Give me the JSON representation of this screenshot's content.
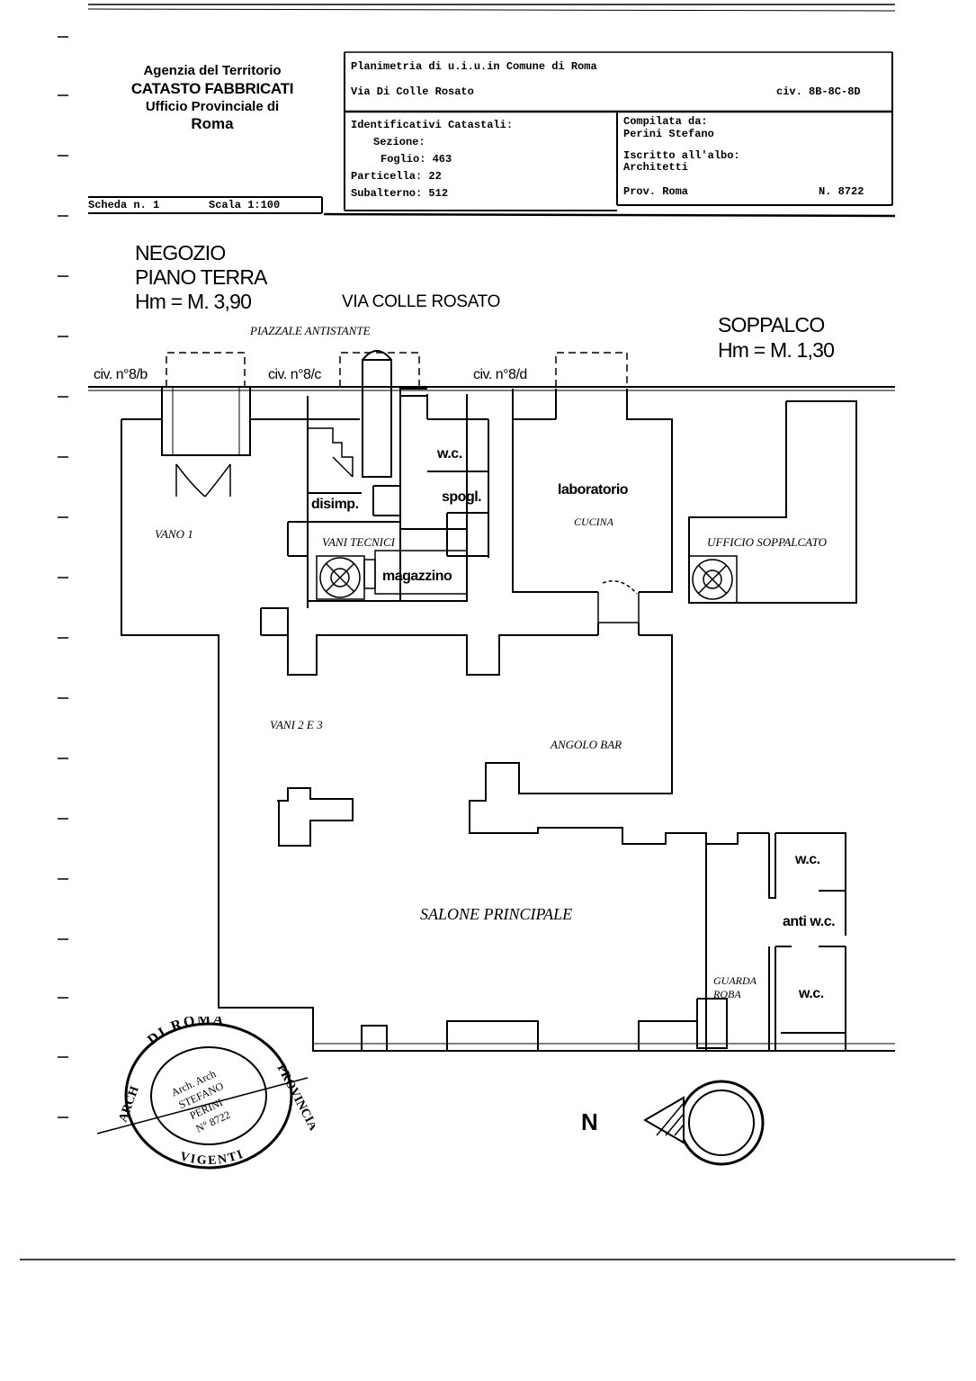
{
  "agency": {
    "line1": "Agenzia del Territorio",
    "line2": "CATASTO FABBRICATI",
    "line3": "Ufficio Provinciale di",
    "line4": "Roma"
  },
  "sheet": {
    "scheda": "Scheda n. 1",
    "scala": "Scala 1:100"
  },
  "plan": {
    "title": "Planimetria di u.i.u.in Comune di Roma",
    "street": "Via Di Colle Rosato",
    "civ": "civ. 8B-8C-8D"
  },
  "identifiers": {
    "heading": "Identificativi Catastali:",
    "sezione": "Sezione:",
    "foglio": "Foglio: 463",
    "particella": "Particella: 22",
    "subalterno": "Subalterno: 512"
  },
  "compiler": {
    "compilata": "Compilata da:",
    "name": "Perini Stefano",
    "iscritto": "Iscritto all'albo:",
    "albo": "Architetti",
    "prov": "Prov. Roma",
    "number": "N. 8722"
  },
  "drawing": {
    "negozio": "NEGOZIO",
    "piano": "PIANO TERRA",
    "hm_main": "Hm = M. 3,90",
    "via": "VIA  COLLE  ROSATO",
    "piazzale": "PIAZZALE ANTISTANTE",
    "soppalco": "SOPPALCO",
    "hm_soppalco": "Hm = M. 1,30",
    "civ_b": "civ. n°8/b",
    "civ_c": "civ. n°8/c",
    "civ_d": "civ. n°8/d"
  },
  "rooms": {
    "wc1": "w.c.",
    "disimp": "disimp.",
    "spogl": "spogl.",
    "vano1": "VANO 1",
    "vani_tecnici": "VANI TECNICI",
    "magazzino": "magazzino",
    "laboratorio": "laboratorio",
    "cucina": "CUCINA",
    "ufficio": "UFFICIO SOPPALCATO",
    "vani23": "VANI 2 E 3",
    "angolo_bar": "ANGOLO BAR",
    "salone": "SALONE PRINCIPALE",
    "wc2": "w.c.",
    "anti_wc": "anti w.c.",
    "wc3": "w.c.",
    "guarda": "GUARDA",
    "roba": "ROBA"
  },
  "stamp": {
    "top": "DI ROMA",
    "right": "PROVINCIA",
    "left": "ARCH",
    "bottom": "VIGENTI",
    "inner1": "Arch. Arch",
    "inner2": "STEFANO",
    "inner3": "PERINI",
    "inner4": "N° 8722"
  },
  "north": "N"
}
